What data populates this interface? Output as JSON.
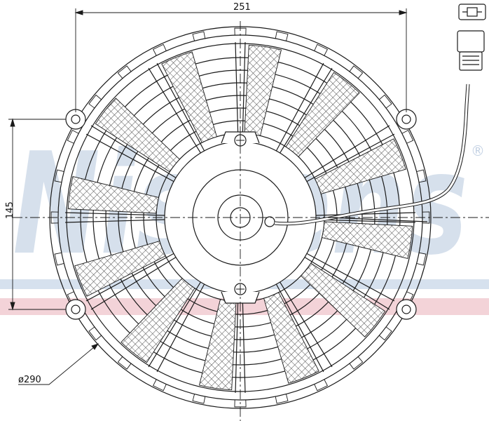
{
  "dimensions": {
    "width_label": "251",
    "height_label": "145",
    "diameter_label": "ø290"
  },
  "watermark": {
    "text": "Nissens",
    "mark": "®",
    "color": "#cfdbe9",
    "stripe_blue": "#d6e1ee",
    "stripe_pink": "#f3d3d8"
  },
  "colors": {
    "line": "#1a1a1a",
    "mesh": "#555555"
  },
  "icons": {
    "connector": "connector-plug-icon",
    "mounting_hole": "mounting-hole-icon"
  }
}
